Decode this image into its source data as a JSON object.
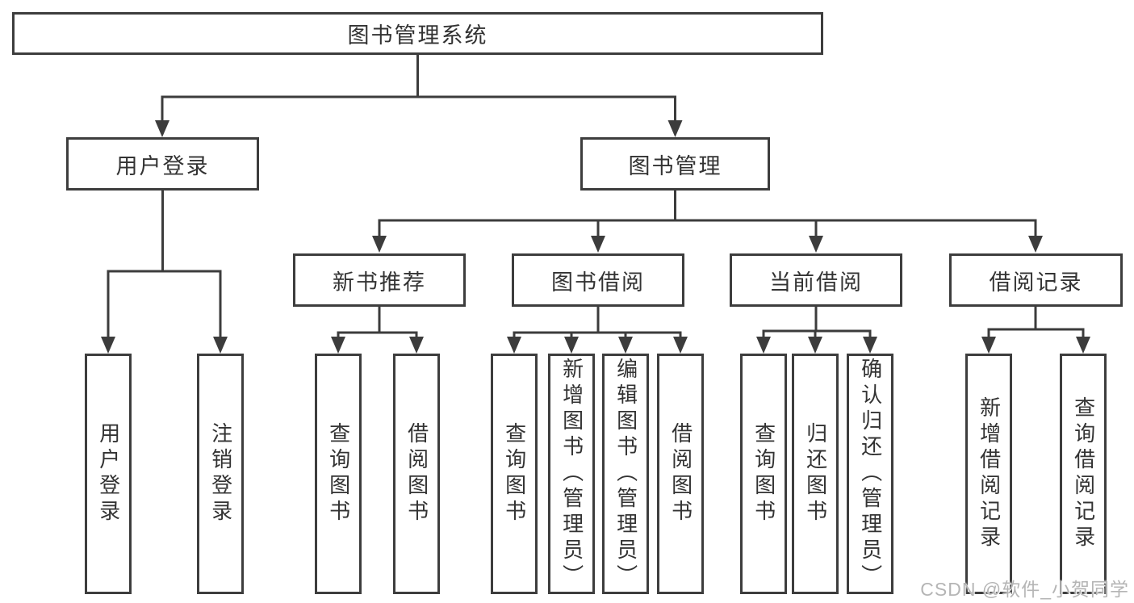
{
  "diagram": {
    "type": "hierarchy-tree",
    "colors": {
      "line": "#3c3c3c",
      "box_border": "#3d3d3d",
      "text": "#333333",
      "background": "#ffffff",
      "watermark": "#b5b5b5"
    },
    "tree": {
      "root": {
        "label": "图书管理系统",
        "children": [
          {
            "label": "用户登录",
            "children": [
              {
                "label": "用户登录"
              },
              {
                "label": "注销登录"
              }
            ]
          },
          {
            "label": "图书管理",
            "children": [
              {
                "label": "新书推荐",
                "children": [
                  {
                    "label": "查询图书"
                  },
                  {
                    "label": "借阅图书"
                  }
                ]
              },
              {
                "label": "图书借阅",
                "children": [
                  {
                    "label": "查询图书"
                  },
                  {
                    "label": "新增图书（管理员）"
                  },
                  {
                    "label": "编辑图书（管理员）"
                  },
                  {
                    "label": "借阅图书"
                  }
                ]
              },
              {
                "label": "当前借阅",
                "children": [
                  {
                    "label": "查询图书"
                  },
                  {
                    "label": "归还图书"
                  },
                  {
                    "label": "确认归还（管理员）"
                  }
                ]
              },
              {
                "label": "借阅记录",
                "children": [
                  {
                    "label": "新增借阅记录"
                  },
                  {
                    "label": "查询借阅记录"
                  }
                ]
              }
            ]
          }
        ]
      }
    },
    "watermark": {
      "text": "CSDN @软件_小贺同学"
    }
  }
}
